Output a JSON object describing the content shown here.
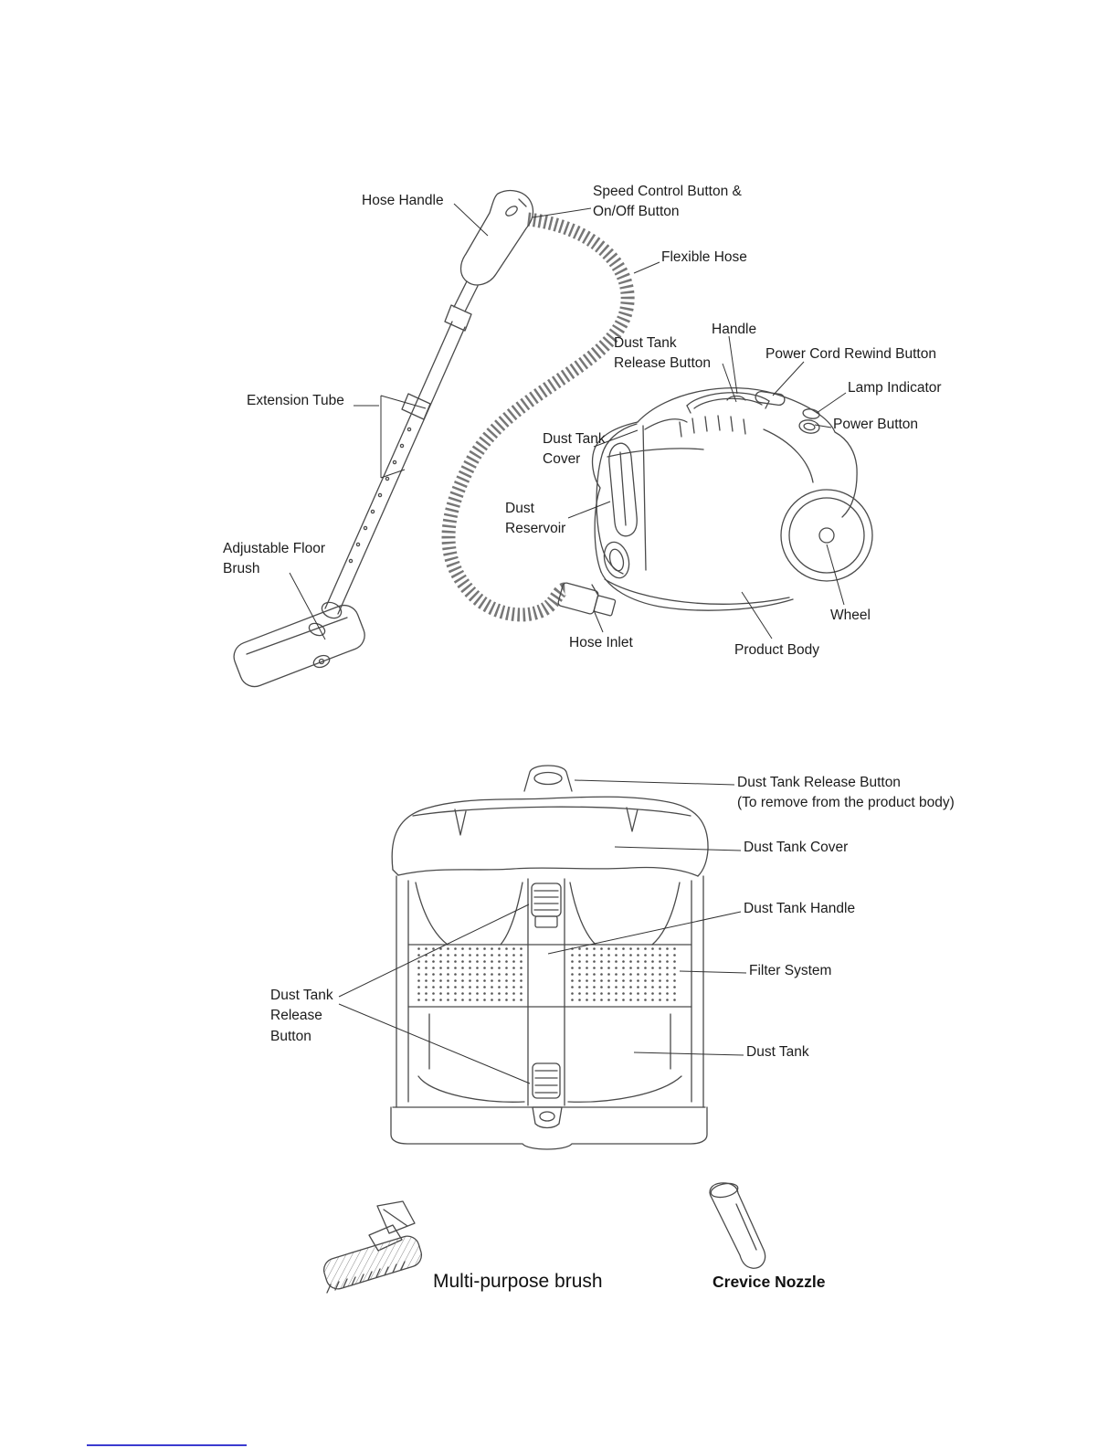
{
  "colors": {
    "ink": "#4a4a4a",
    "label": "#1c1c1c",
    "link_underline": "#3b3bd0"
  },
  "assembled": {
    "labels": {
      "hose_handle": "Hose Handle",
      "speed_control_on_off": "Speed Control Button &\nOn/Off Button",
      "flexible_hose": "Flexible Hose",
      "handle": "Handle",
      "dust_tank_release_button": "Dust Tank\nRelease Button",
      "power_cord_rewind_button": "Power Cord Rewind Button",
      "lamp_indicator": "Lamp Indicator",
      "power_button": "Power Button",
      "dust_tank_cover": "Dust Tank\nCover",
      "extension_tube": "Extension Tube",
      "dust_reservoir": "Dust\nReservoir",
      "adjustable_floor_brush": "Adjustable Floor\nBrush",
      "wheel": "Wheel",
      "hose_inlet": "Hose Inlet",
      "product_body": "Product Body"
    }
  },
  "dust_tank_view": {
    "labels": {
      "release_button_top": "Dust Tank Release Button\n(To remove from the product body)",
      "dust_tank_cover": "Dust Tank Cover",
      "dust_tank_handle": "Dust Tank Handle",
      "filter_system": "Filter System",
      "dust_tank": "Dust Tank",
      "release_button_left": "Dust Tank\nRelease\nButton"
    }
  },
  "accessories": {
    "multi_purpose_brush": "Multi-purpose brush",
    "crevice_nozzle": "Crevice Nozzle"
  }
}
